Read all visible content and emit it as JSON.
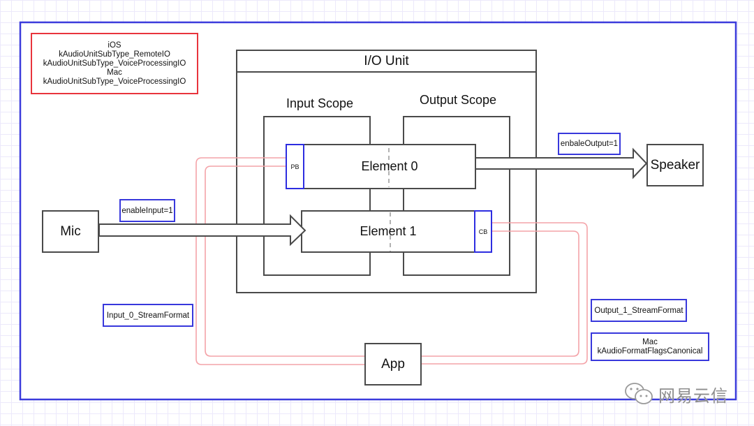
{
  "platform_note": {
    "lines": [
      "iOS",
      "kAudioUnitSubType_RemoteIO",
      "kAudioUnitSubType_VoiceProcessingIO",
      "Mac",
      "kAudioUnitSubType_VoiceProcessingIO"
    ]
  },
  "io_unit": {
    "title": "I/O Unit",
    "input_scope_label": "Input Scope",
    "output_scope_label": "Output Scope",
    "element0": {
      "label": "Element 0",
      "port_label": "PB"
    },
    "element1": {
      "label": "Element 1",
      "port_label": "CB"
    }
  },
  "nodes": {
    "mic": "Mic",
    "speaker": "Speaker",
    "app": "App"
  },
  "annotations": {
    "enable_input": "enableInput=1",
    "enable_output": "enbaleOutput=1",
    "input_stream_format": "Input_0_StreamFormat",
    "output_stream_format": "Output_1_StreamFormat",
    "mac_flags": [
      "Mac",
      "kAudioFormatFlagsCanonical"
    ]
  },
  "watermark": {
    "icon": "wechat-icon",
    "text": "网易云信"
  },
  "colors": {
    "frame_blue": "#3b3bdc",
    "note_red": "#e8343c",
    "callback_line": "#f4a3a8",
    "box_stroke": "#4a4a4a"
  }
}
